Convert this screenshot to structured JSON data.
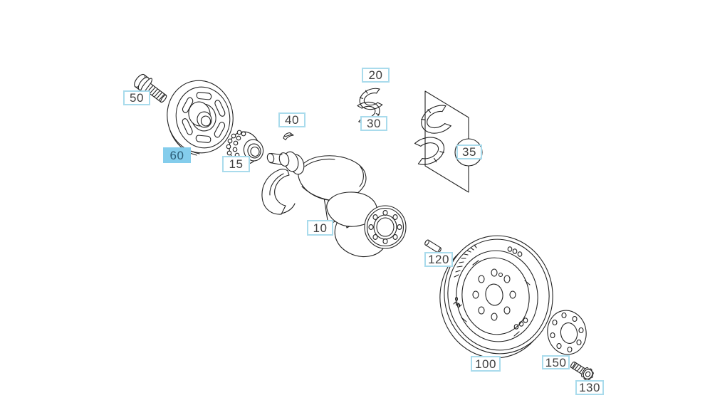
{
  "diagram": {
    "callouts": [
      {
        "label": "50",
        "highlighted": false
      },
      {
        "label": "60",
        "highlighted": true
      },
      {
        "label": "15",
        "highlighted": false
      },
      {
        "label": "40",
        "highlighted": false
      },
      {
        "label": "10",
        "highlighted": false
      },
      {
        "label": "20",
        "highlighted": false
      },
      {
        "label": "30",
        "highlighted": false
      },
      {
        "label": "35",
        "highlighted": false
      },
      {
        "label": "120",
        "highlighted": false
      },
      {
        "label": "100",
        "highlighted": false
      },
      {
        "label": "150",
        "highlighted": false
      },
      {
        "label": "130",
        "highlighted": false
      }
    ],
    "colors": {
      "background": "#ffffff",
      "line": "#222222",
      "callout_border": "#a9dbec",
      "callout_background": "#ffffff",
      "callout_text": "#3f3f3f",
      "highlight_background": "#84cdec",
      "highlight_text": "#2c5d77"
    }
  }
}
